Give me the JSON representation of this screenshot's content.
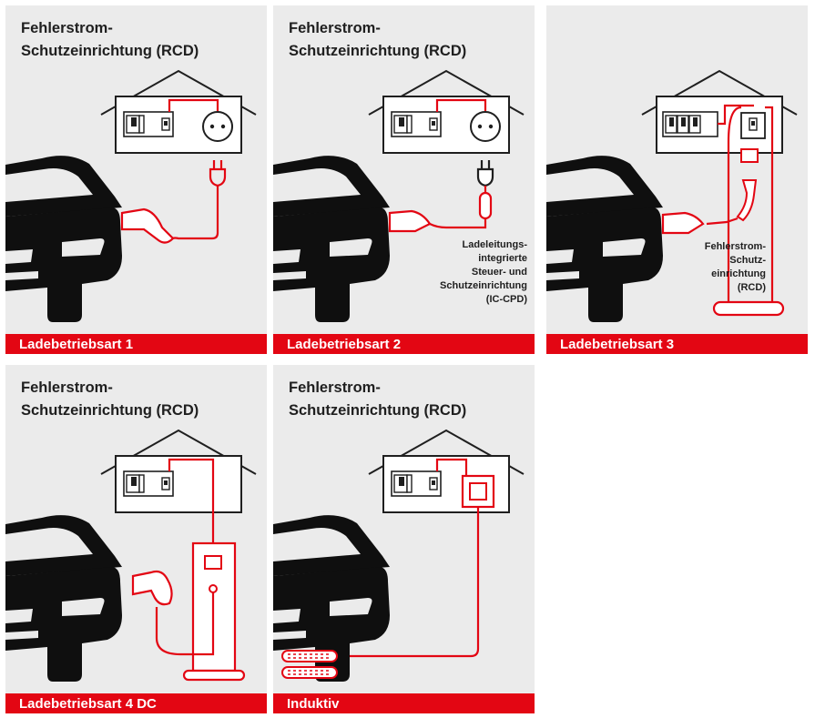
{
  "panels": [
    {
      "heading": [
        "Fehlerstrom-",
        "Schutzeinrichtung (RCD)"
      ],
      "label": "Ladebetriebsart 1"
    },
    {
      "heading": [
        "Fehlerstrom-",
        "Schutzeinrichtung (RCD)"
      ],
      "label": "Ladebetriebsart 2",
      "note": [
        "Ladeleitungs-",
        "integrierte",
        "Steuer- und",
        "Schutzeinrichtung",
        "(IC-CPD)"
      ]
    },
    {
      "heading": [],
      "label": "Ladebetriebsart 3",
      "note": [
        "Fehlerstrom-",
        "Schutz-",
        "einrichtung",
        "(RCD)"
      ]
    },
    {
      "heading": [
        "Fehlerstrom-",
        "Schutzeinrichtung (RCD)"
      ],
      "label": "Ladebetriebsart 4 DC"
    },
    {
      "heading": [
        "Fehlerstrom-",
        "Schutzeinrichtung (RCD)"
      ],
      "label": "Induktiv"
    }
  ],
  "colors": {
    "accent": "#e30613",
    "background": "#ebebeb",
    "ink": "#1f1f1f"
  }
}
